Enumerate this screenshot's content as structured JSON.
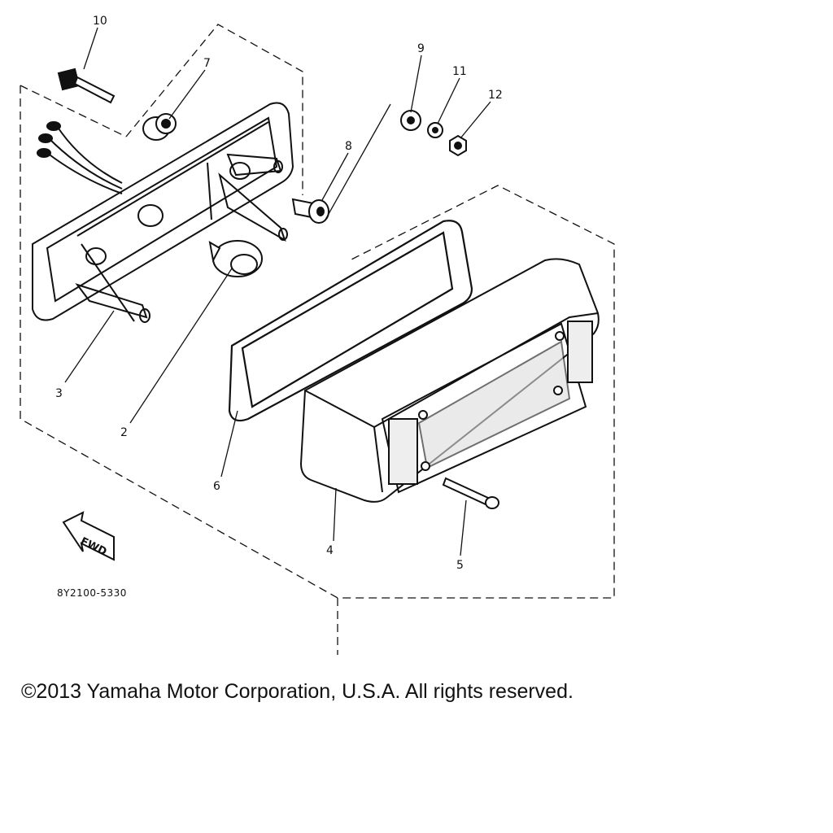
{
  "diagram": {
    "part_code": "8Y2100-5330",
    "fwd_label": "FWD",
    "callouts": {
      "c1": "10",
      "c2": "7",
      "c3": "9",
      "c4": "11",
      "c5": "12",
      "c6": "8",
      "c7": "3",
      "c8": "2",
      "c9": "6",
      "c10": "4",
      "c11": "5"
    }
  },
  "footer": {
    "copyright": "©2013 Yamaha Motor Corporation, U.S.A. All rights reserved."
  }
}
